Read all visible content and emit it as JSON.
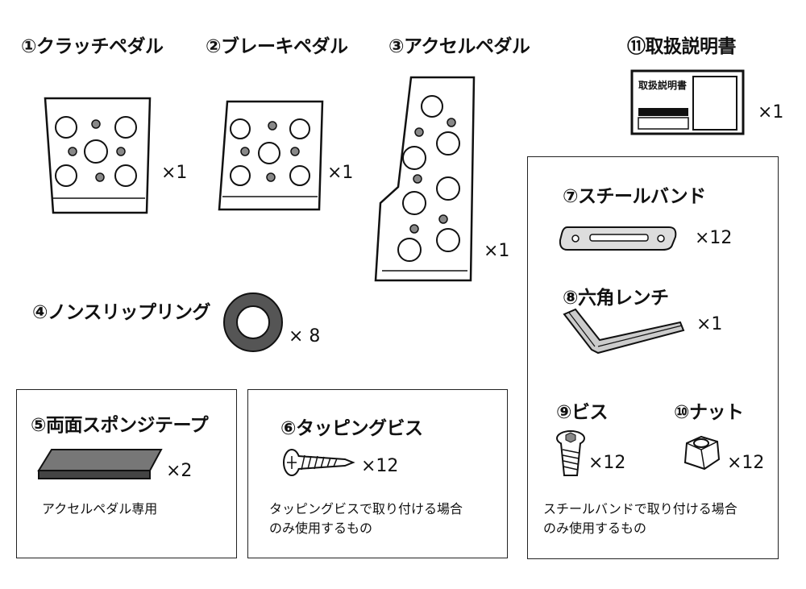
{
  "items": {
    "clutch": {
      "title": "①クラッチペダル",
      "qty": "×1"
    },
    "brake": {
      "title": "②ブレーキペダル",
      "qty": "×1"
    },
    "accel": {
      "title": "③アクセルペダル",
      "qty": "×1"
    },
    "manual": {
      "title": "⑪取扱説明書",
      "qty": "×1",
      "book_label": "取扱説明書"
    },
    "ring": {
      "title": "④ノンスリップリング",
      "qty": "× 8"
    },
    "sponge": {
      "title": "⑤両面スポンジテープ",
      "qty": "×2",
      "note": "アクセルペダル専用"
    },
    "tapping": {
      "title": "⑥タッピングビス",
      "qty": "×12",
      "note_line1": "タッピングビスで取り付ける場合",
      "note_line2": "のみ使用するもの"
    },
    "band": {
      "title": "⑦スチールバンド",
      "qty": "×12"
    },
    "wrench": {
      "title": "⑧六角レンチ",
      "qty": "×1"
    },
    "screw": {
      "title": "⑨ビス",
      "qty": "×12"
    },
    "nut": {
      "title": "⑩ナット",
      "qty": "×12"
    },
    "band_box_note": {
      "line1": "スチールバンドで取り付ける場合",
      "line2": "のみ使用するもの"
    }
  }
}
